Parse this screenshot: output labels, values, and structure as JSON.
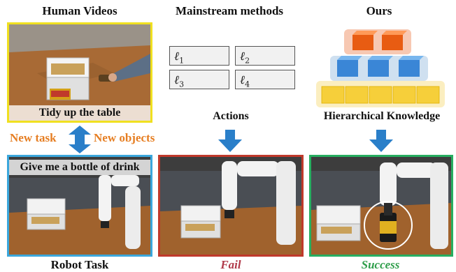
{
  "columns": {
    "human_videos": "Human Videos",
    "mainstream": "Mainstream methods",
    "ours": "Ours"
  },
  "human_video": {
    "caption": "Tidy up the table",
    "frame_color": "#f0e020"
  },
  "transfer": {
    "left_label": "New task",
    "right_label": "New objects",
    "color": "#e67e22"
  },
  "tokens": [
    {
      "symbol": "ℓ",
      "sub": "1"
    },
    {
      "symbol": "ℓ",
      "sub": "2"
    },
    {
      "symbol": "ℓ",
      "sub": "3"
    },
    {
      "symbol": "ℓ",
      "sub": "4"
    }
  ],
  "middle_label": "Actions",
  "right_label": "Hierarchical Knowledge",
  "robot_task": {
    "caption": "Give me a bottle of drink",
    "frame_color": "#3ba7dc"
  },
  "results": {
    "robot_task": "Robot Task",
    "fail": "Fail",
    "success": "Success",
    "fail_color": "#c0392b",
    "success_color": "#27ae60",
    "fail_label_color": "#b03a4a",
    "success_label_color": "#2e9e4a"
  },
  "arrow_color": "#2a7fc9"
}
